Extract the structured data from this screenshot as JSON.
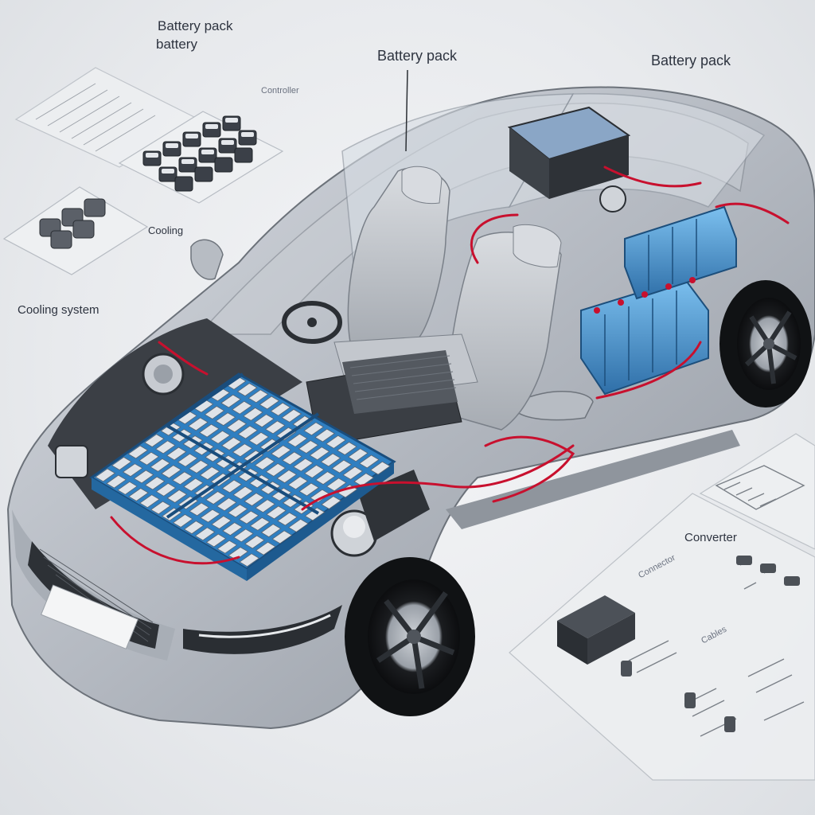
{
  "labels": {
    "battery_pack_title": "Battery pack",
    "battery_pack_right": "Battery pack",
    "battery_pack_sketch": "Battery pack",
    "battery_sketch": "battery",
    "controller_small": "Controller",
    "cooling": "Cooling",
    "cooling_system": "Cooling system",
    "converter": "Converter",
    "connector_small": "Connector",
    "cables_small": "Cables"
  },
  "colors": {
    "background": "#e9ebee",
    "car_body": "#b9bec6",
    "battery_frame": "#2f7fc1",
    "battery_cell": "#dfe3e8",
    "wiring": "#c8102e",
    "cooling_blue": "#4a90d9"
  }
}
